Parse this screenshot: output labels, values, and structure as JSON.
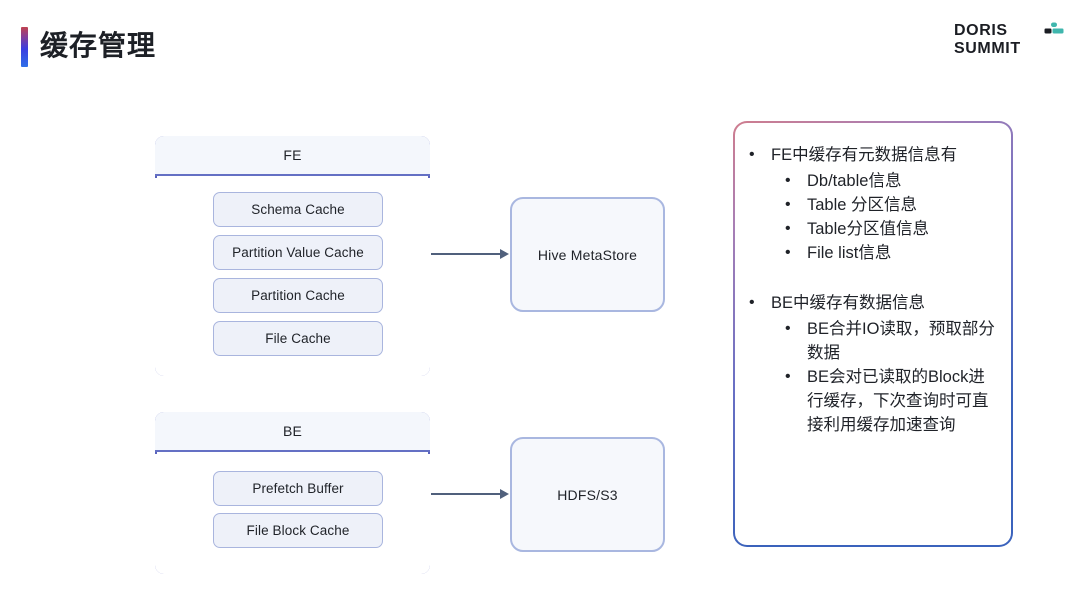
{
  "header": {
    "title": "缓存管理",
    "brand": {
      "line1": "DORIS",
      "line2": "SUMMIT",
      "mark_icon": "doris-summit-mark-icon",
      "accent_top": "#c0424f",
      "accent_bottom": "#2f6fe8",
      "mark_color": "#3fb6ad",
      "mark_dark": "#1b1d23"
    }
  },
  "diagram": {
    "fe_node": {
      "title": "FE",
      "caches": [
        {
          "label": "Schema Cache"
        },
        {
          "label": "Partition Value Cache"
        },
        {
          "label": "Partition Cache"
        },
        {
          "label": "File Cache"
        }
      ]
    },
    "be_node": {
      "title": "BE",
      "caches": [
        {
          "label": "Prefetch Buffer"
        },
        {
          "label": "File Block Cache"
        }
      ]
    },
    "storage_nodes": [
      {
        "label": "Hive MetaStore"
      },
      {
        "label": "HDFS/S3"
      }
    ],
    "arrows": [
      {
        "from": "FE",
        "to": "Hive MetaStore"
      },
      {
        "from": "BE",
        "to": "HDFS/S3"
      }
    ],
    "colors": {
      "node_border": "#5a63bd",
      "node_header_bg": "#f4f7fc",
      "cache_bg": "#eef1f9",
      "cache_border": "#a9b5de",
      "storage_bg": "#f6f8fc",
      "storage_border": "#a9b7e0",
      "arrow": "#50607c"
    }
  },
  "info_panel": {
    "bullets": [
      {
        "text": "FE中缓存有元数据信息有",
        "children": [
          {
            "text": "Db/table信息"
          },
          {
            "text": "Table 分区信息"
          },
          {
            "text": "Table分区值信息"
          },
          {
            "text": "File list信息"
          }
        ]
      },
      {
        "text": "BE中缓存有数据信息",
        "children": [
          {
            "text": "BE合并IO读取，预取部分数据"
          },
          {
            "text": "BE会对已读取的Block进行缓存，下次查询时可直接利用缓存加速查询"
          }
        ]
      }
    ],
    "border_gradient_start": "#cf7d8e",
    "border_gradient_end": "#3b63bd"
  }
}
